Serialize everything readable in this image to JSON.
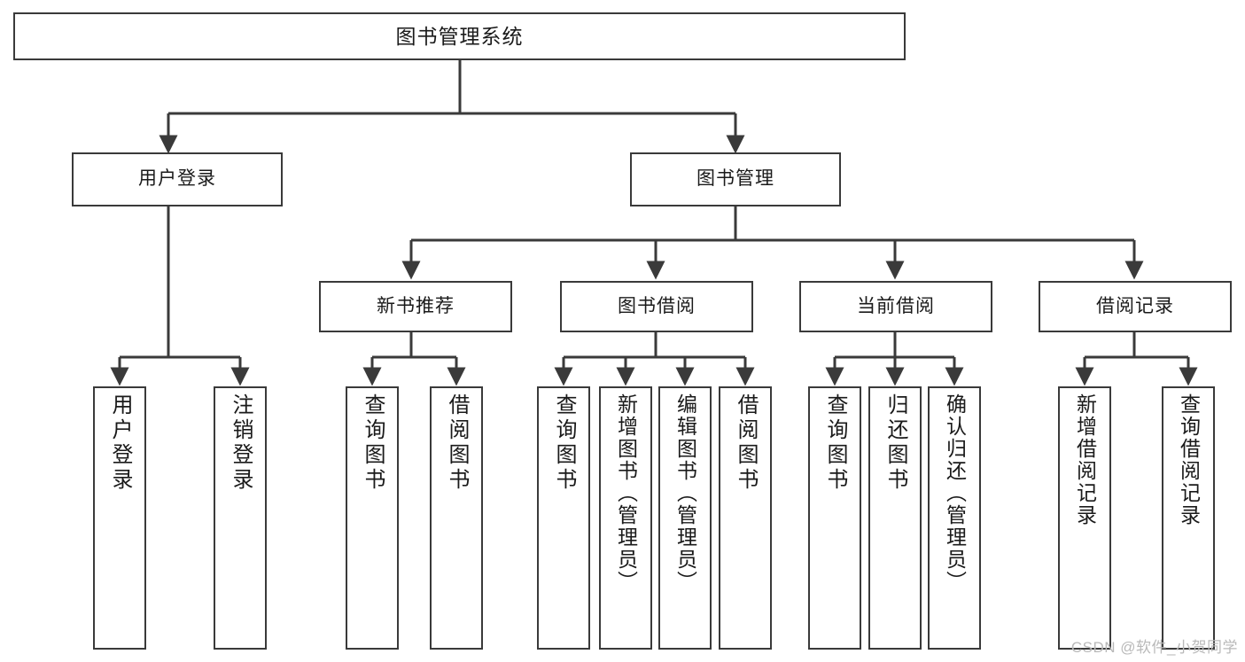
{
  "diagram": {
    "type": "tree-hierarchy",
    "title": "图书管理系统",
    "colors": {
      "background": "#ffffff",
      "box_border": "#3a3a3a",
      "connector": "#3a3a3a",
      "text": "#1a1a1a",
      "watermark": "#b9b9b9"
    },
    "nodes": {
      "root": {
        "label": "图书管理系统"
      },
      "level2": [
        {
          "id": "user_login",
          "label": "用户登录"
        },
        {
          "id": "book_manage",
          "label": "图书管理"
        }
      ],
      "level3": [
        {
          "id": "new_book_rec",
          "label": "新书推荐"
        },
        {
          "id": "book_borrow",
          "label": "图书借阅"
        },
        {
          "id": "current_borrow",
          "label": "当前借阅"
        },
        {
          "id": "borrow_record",
          "label": "借阅记录"
        }
      ],
      "leaves": {
        "user_login": [
          {
            "id": "leaf_user_login",
            "label": "用户登录"
          },
          {
            "id": "leaf_logout",
            "label": "注销登录"
          }
        ],
        "new_book_rec": [
          {
            "id": "leaf_query_book_1",
            "label": "查询图书"
          },
          {
            "id": "leaf_borrow_book_1",
            "label": "借阅图书"
          }
        ],
        "book_borrow": [
          {
            "id": "leaf_query_book_2",
            "label": "查询图书"
          },
          {
            "id": "leaf_add_book",
            "label": "新增图书（管理员）"
          },
          {
            "id": "leaf_edit_book",
            "label": "编辑图书（管理员）"
          },
          {
            "id": "leaf_borrow_book_2",
            "label": "借阅图书"
          }
        ],
        "current_borrow": [
          {
            "id": "leaf_query_book_3",
            "label": "查询图书"
          },
          {
            "id": "leaf_return_book",
            "label": "归还图书"
          },
          {
            "id": "leaf_confirm_return",
            "label": "确认归还（管理员）"
          }
        ],
        "borrow_record": [
          {
            "id": "leaf_add_record",
            "label": "新增借阅记录"
          },
          {
            "id": "leaf_query_record",
            "label": "查询借阅记录"
          }
        ]
      }
    },
    "watermark": "CSDN @软件_小贺同学"
  }
}
